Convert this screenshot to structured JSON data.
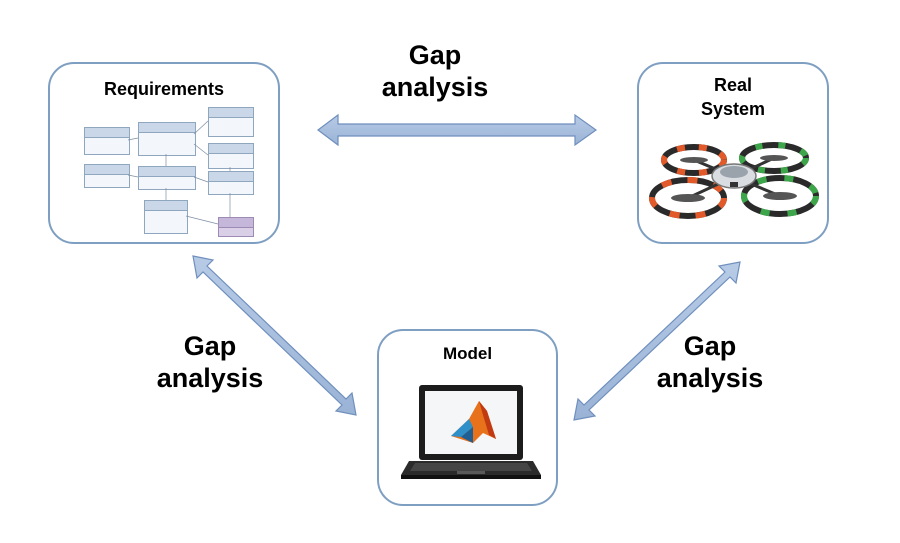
{
  "boxes": {
    "requirements": {
      "title": "Requirements"
    },
    "real_system": {
      "title_line1": "Real",
      "title_line2": "System"
    },
    "model": {
      "title": "Model"
    }
  },
  "edges": {
    "top": {
      "line1": "Gap",
      "line2": "analysis"
    },
    "left": {
      "line1": "Gap",
      "line2": "analysis"
    },
    "right": {
      "line1": "Gap",
      "line2": "analysis"
    }
  },
  "colors": {
    "arrow_fill": "#a4bcdc",
    "arrow_stroke": "#6f8fbd",
    "box_border": "#7f9fc2"
  }
}
